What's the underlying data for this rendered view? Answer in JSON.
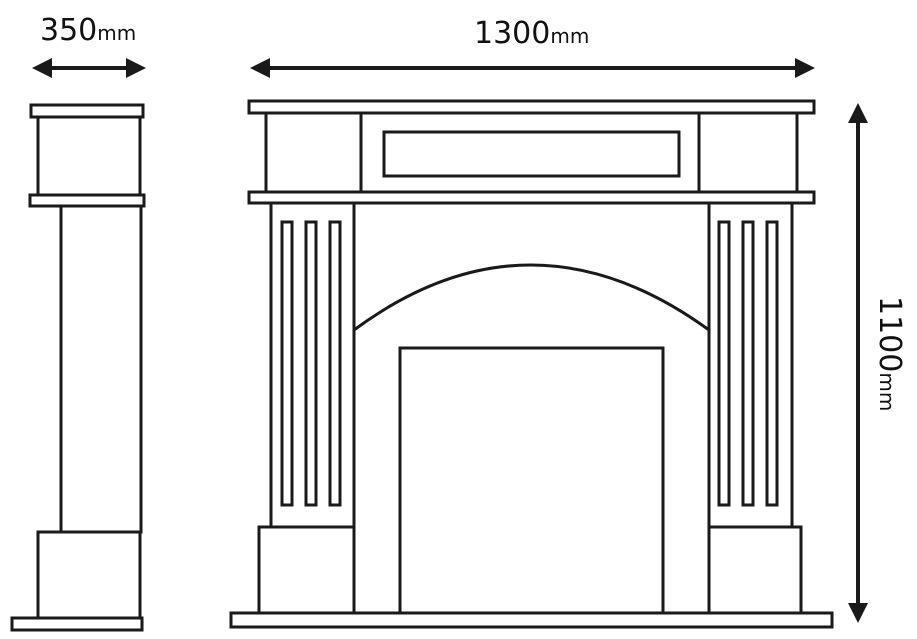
{
  "dimensions": {
    "depth": {
      "value": "350",
      "unit": "mm"
    },
    "width": {
      "value": "1300",
      "unit": "mm"
    },
    "height": {
      "value": "1100",
      "unit": "mm"
    }
  },
  "colors": {
    "stroke": "#1a1a1a",
    "background": "#ffffff"
  }
}
